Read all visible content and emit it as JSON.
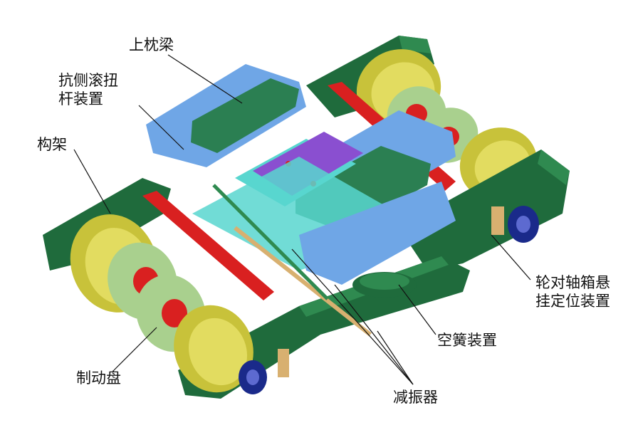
{
  "labels": {
    "upper_bolster": "上枕梁",
    "anti_roll_bar": "抗侧滚扭\n杆装置",
    "frame": "构架",
    "axlebox_suspension": "轮对轴箱悬\n挂定位装置",
    "air_spring": "空簧装置",
    "brake_disc": "制动盘",
    "damper": "减振器"
  },
  "colors": {
    "frame_green": "#1f6b3c",
    "frame_green_light": "#2f8a50",
    "wheel_yellow": "#c8c23a",
    "wheel_rim": "#9a9420",
    "brake_disc": "#a9d08e",
    "bolster_blue": "#6fa6e6",
    "bolster_cyan": "#58d6cf",
    "bolster_green": "#2b7f52",
    "center_purple": "#8a4fd0",
    "link_red": "#d92020",
    "spring_tan": "#d8b070",
    "axlebox_navy": "#1a2a8a",
    "callout_line": "#111111"
  }
}
